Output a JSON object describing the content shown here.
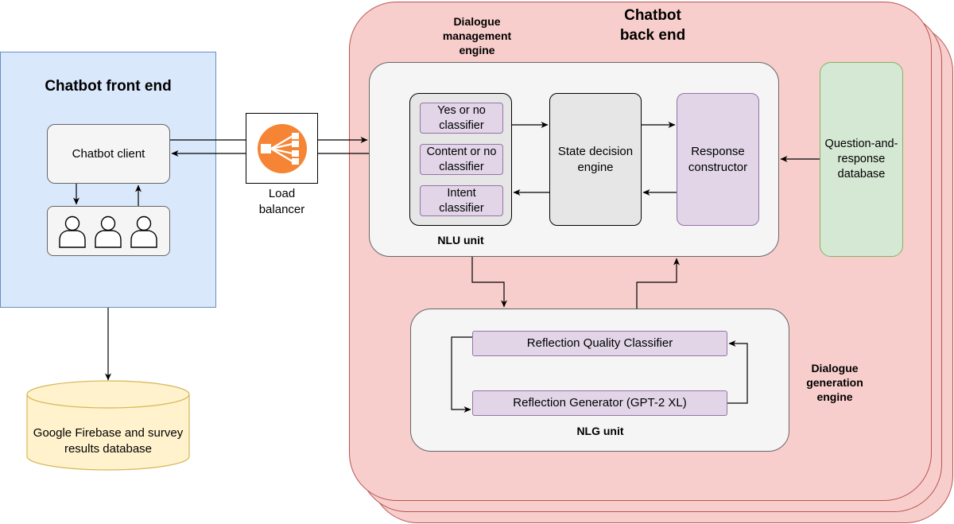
{
  "frontend": {
    "title": "Chatbot front end",
    "client": "Chatbot client",
    "users_icon": "users-icon"
  },
  "load_balancer": {
    "label_line1": "Load",
    "label_line2": "balancer",
    "icon": "load-balancer-icon",
    "color": "#f58534"
  },
  "firebase": {
    "label_line1": "Google Firebase and survey",
    "label_line2": "results database",
    "fill": "#fff2cc",
    "stroke": "#d6b656"
  },
  "backend": {
    "title_line1": "Chatbot",
    "title_line2": "back end",
    "dm_label_line1": "Dialogue",
    "dm_label_line2": "management",
    "dm_label_line3": "engine",
    "nlu": {
      "label": "NLU unit",
      "yes_no_line1": "Yes or no",
      "yes_no_line2": "classifier",
      "content_line1": "Content or no",
      "content_line2": "classifier",
      "intent_line1": "Intent",
      "intent_line2": "classifier"
    },
    "state_line1": "State decision",
    "state_line2": "engine",
    "response_line1": "Response",
    "response_line2": "constructor",
    "qa_db_line1": "Question-and-",
    "qa_db_line2": "response",
    "qa_db_line3": "database",
    "nlg": {
      "label": "NLG unit",
      "quality_classifier": "Reflection Quality Classifier",
      "generator": "Reflection Generator (GPT-2 XL)"
    },
    "dg_label_line1": "Dialogue",
    "dg_label_line2": "generation",
    "dg_label_line3": "engine"
  }
}
